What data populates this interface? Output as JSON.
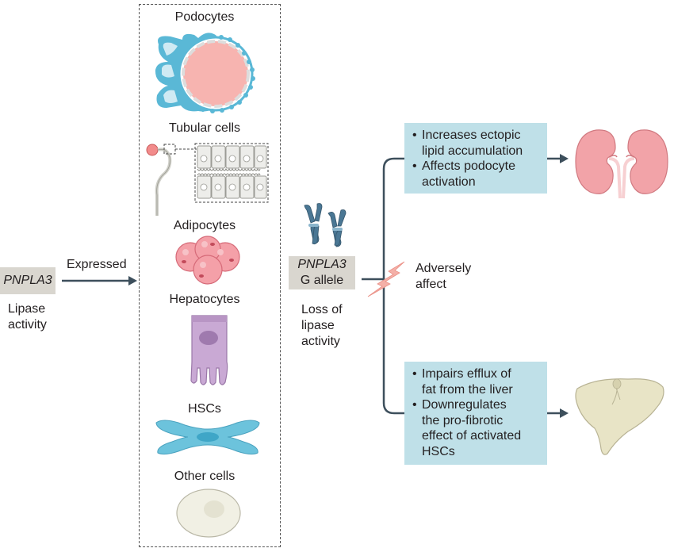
{
  "left_gene": {
    "name": "PNPLA3",
    "function": [
      "Lipase",
      "activity"
    ]
  },
  "expressed_label": "Expressed",
  "cell_types": {
    "podocytes": "Podocytes",
    "tubular": "Tubular cells",
    "adipocytes": "Adipocytes",
    "hepatocytes": "Hepatocytes",
    "hscs": "HSCs",
    "other": "Other cells"
  },
  "variant": {
    "gene": "PNPLA3",
    "allele": "G allele",
    "effect": [
      "Loss of",
      "lipase",
      "activity"
    ]
  },
  "adversely_affect": [
    "Adversely",
    "affect"
  ],
  "kidney_box": {
    "bullets": [
      [
        "Increases ectopic",
        "lipid accumulation"
      ],
      [
        "Affects podocyte",
        "activation"
      ]
    ]
  },
  "liver_box": {
    "bullets": [
      [
        "Impairs efflux of",
        "fat from the liver"
      ],
      [
        "Downregulates",
        "the pro-fibrotic",
        "effect of activated",
        "HSCs"
      ]
    ]
  },
  "colors": {
    "info_box": "#bfe0e8",
    "gene_box": "#d9d6cf",
    "arrow": "#3d4f5c",
    "kidney": "#f2a3a8",
    "liver": "#e8e4c6",
    "cyan": "#5ab8d6",
    "adipocyte": "#f4a0a8",
    "hepatocyte": "#c9a9d4",
    "bolt": "#f4b0a8"
  }
}
